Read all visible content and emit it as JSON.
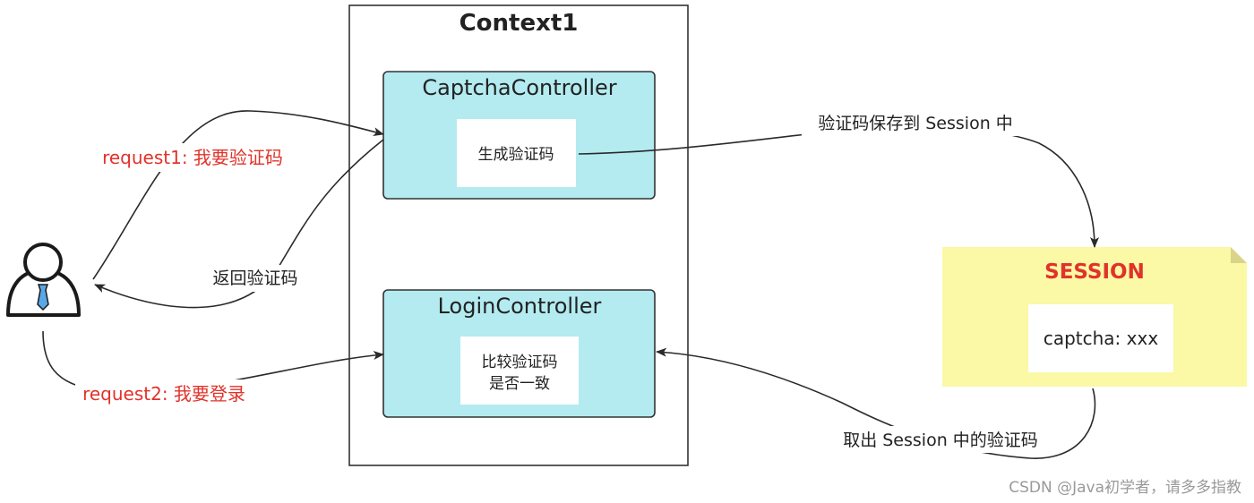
{
  "context": {
    "title": "Context1"
  },
  "captcha_controller": {
    "title": "CaptchaController",
    "action": "生成验证码"
  },
  "login_controller": {
    "title": "LoginController",
    "action_line1": "比较验证码",
    "action_line2": "是否一致"
  },
  "session": {
    "title": "SESSION",
    "content": "captcha: xxx"
  },
  "edges": {
    "request1": "request1: 我要验证码",
    "return_captcha": "返回验证码",
    "request2": "request2: 我要登录",
    "save_to_session": "验证码保存到 Session 中",
    "read_from_session": "取出 Session 中的验证码"
  },
  "watermark": "CSDN @Java初学者，请多多指教",
  "colors": {
    "controller_fill": "#b3ebf0",
    "session_fill": "#fbf8a6",
    "red_label": "#e0332a",
    "user_tie": "#5aa7e8"
  },
  "icons": {
    "user": "user-icon"
  }
}
